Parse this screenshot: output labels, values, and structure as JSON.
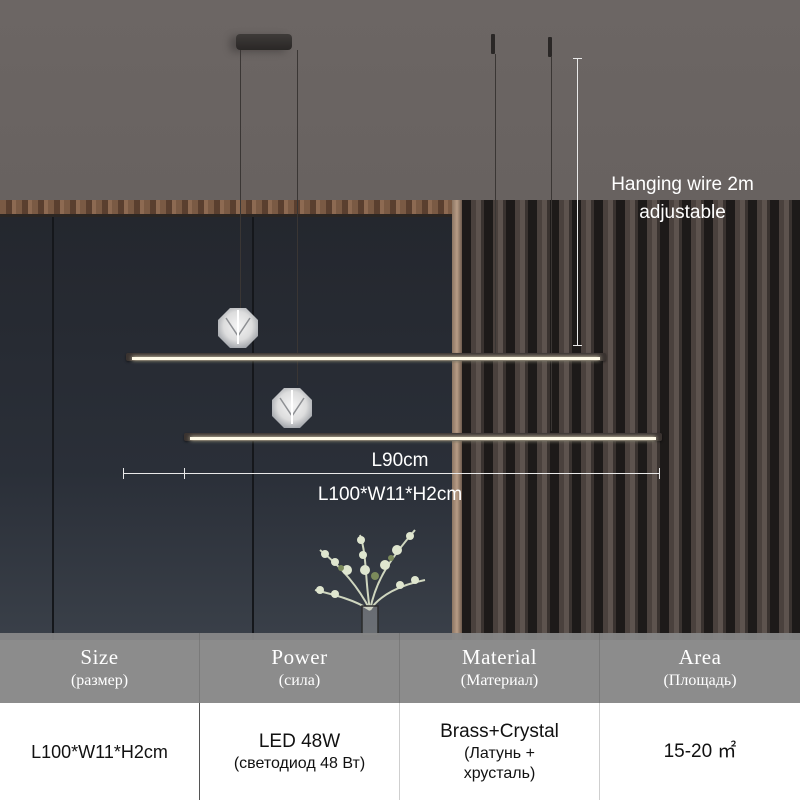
{
  "annotations": {
    "hanging_wire_line1": "Hanging wire 2m",
    "hanging_wire_line2": "adjustable",
    "bar_length": "L90cm",
    "overall_size": "L100*W11*H2cm"
  },
  "spec_table": {
    "columns": [
      {
        "title": "Size",
        "subtitle": "(размер)"
      },
      {
        "title": "Power",
        "subtitle": "(сила)"
      },
      {
        "title": "Material",
        "subtitle": "(Материал)"
      },
      {
        "title": "Area",
        "subtitle": "(Площадь)"
      }
    ],
    "values": [
      {
        "main": "L100*W11*H2cm",
        "sub": ""
      },
      {
        "main": "LED 48W",
        "sub": "(светодиод 48 Вт)"
      },
      {
        "main": "Brass+Crystal",
        "sub": "(Латунь +\nхрусталь)"
      },
      {
        "main": "15-20 ㎡",
        "sub": ""
      }
    ]
  },
  "colors": {
    "ceiling": "#6b6462",
    "wall_panel": "#262a31",
    "header_bg": "#878787",
    "led_glow": "#fffbe8"
  }
}
